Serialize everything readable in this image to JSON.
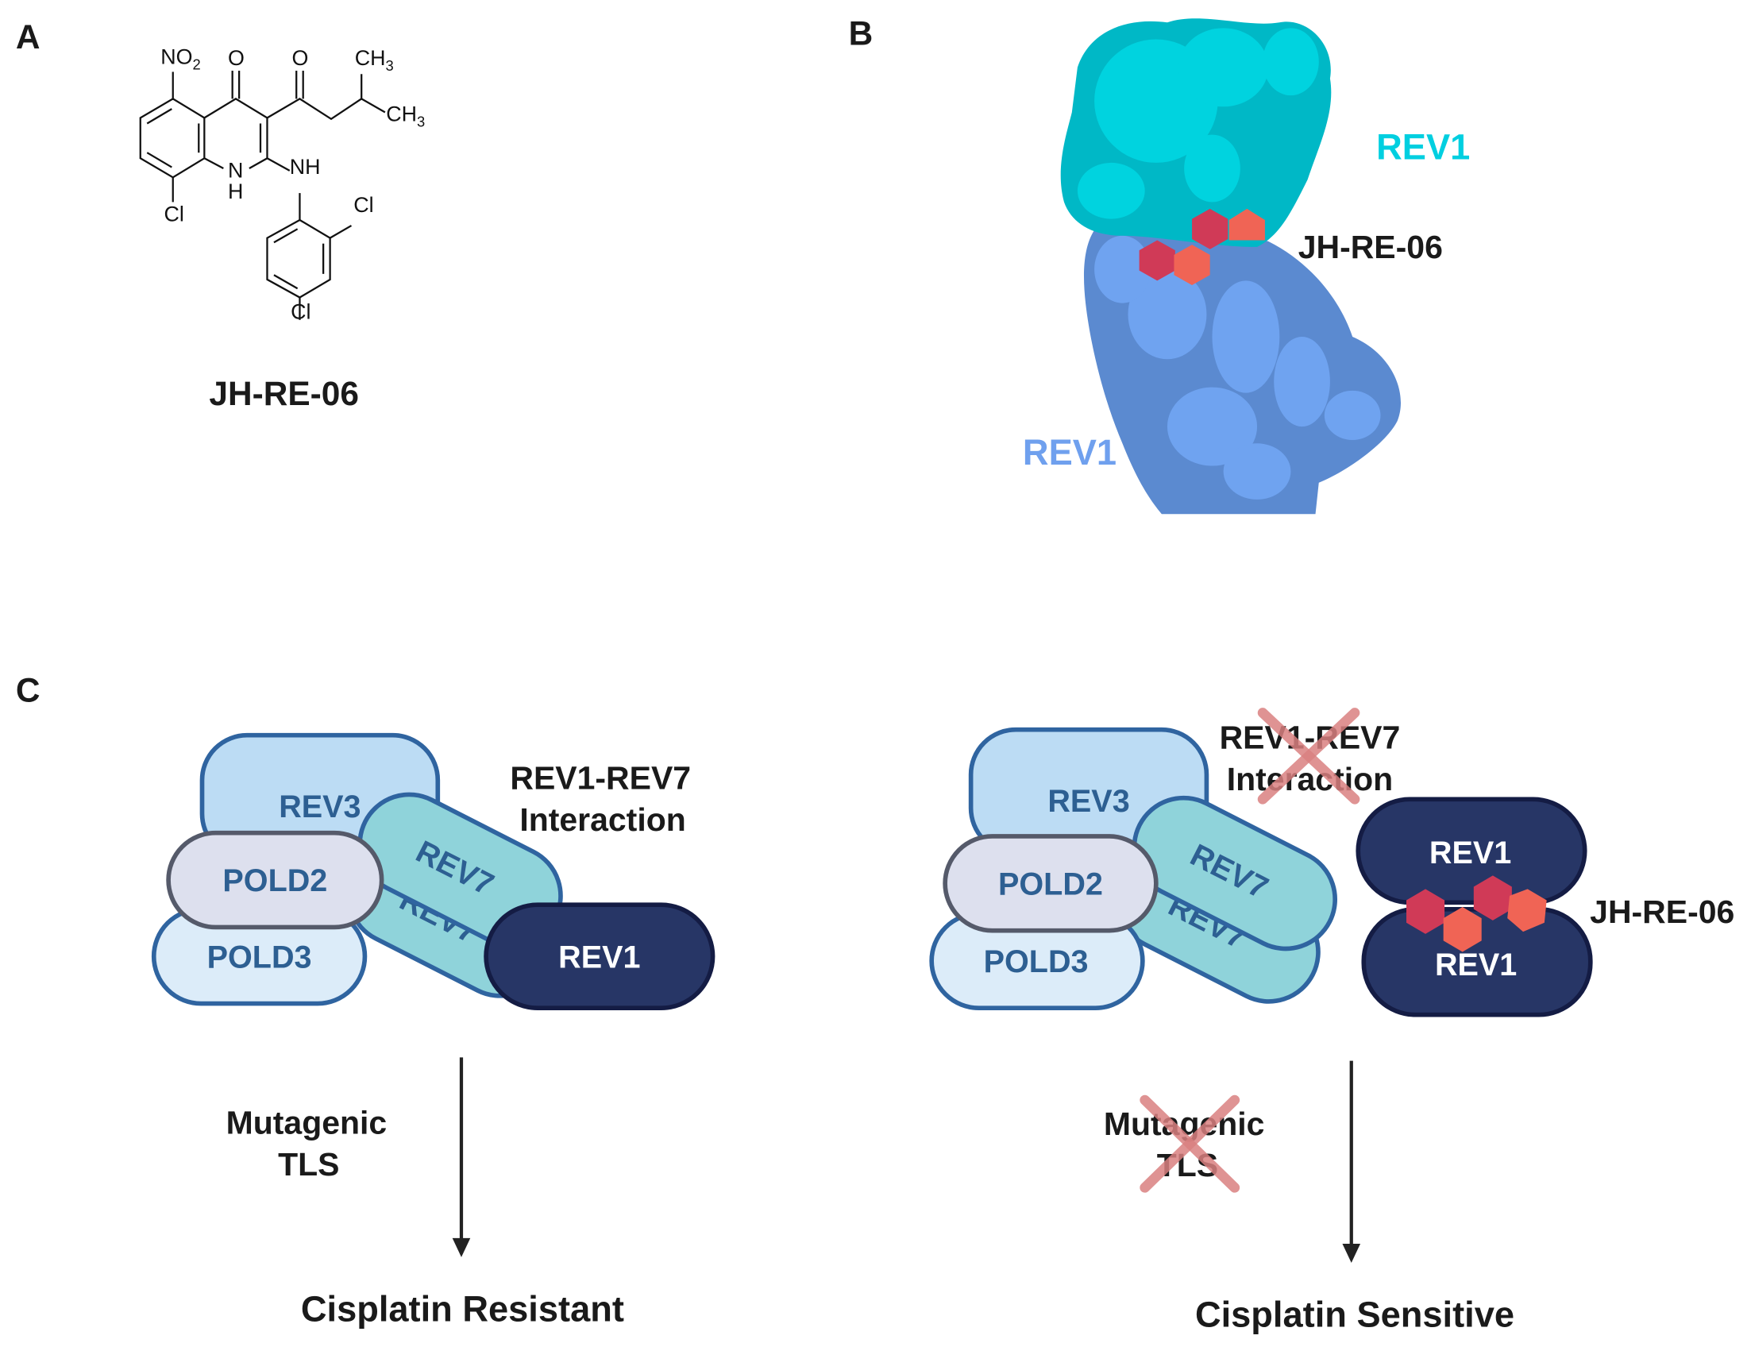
{
  "panels": {
    "a": "A",
    "b": "B",
    "c": "C"
  },
  "panel_a": {
    "compound_name": "JH-RE-06",
    "atoms": {
      "no2": "NO",
      "no2_sub": "2",
      "o1": "O",
      "o2": "O",
      "ch3_top": "CH",
      "ch3_right": "CH",
      "ch3_sub": "3",
      "n": "N",
      "h": "H",
      "nh": "NH",
      "cl_left": "Cl",
      "cl_aryl_ortho": "Cl",
      "cl_aryl_para": "Cl"
    }
  },
  "panel_b": {
    "rev1_top_label": "REV1",
    "rev1_bottom_label": "REV1",
    "ligand_label": "JH-RE-06",
    "colors": {
      "rev1_top": "#00cfe0",
      "rev1_bottom": "#6fa0ee",
      "ligand_dark": "#d03a57",
      "ligand_light": "#f06455"
    }
  },
  "panel_c": {
    "left": {
      "proteins": {
        "rev3": "REV3",
        "pold2": "POLD2",
        "pold3": "POLD3",
        "rev7_a": "REV7",
        "rev7_b": "REV7",
        "rev1": "REV1"
      },
      "interaction_line1": "REV1-REV7",
      "interaction_line2": "Interaction",
      "pathway_line1": "Mutagenic",
      "pathway_line2": "TLS",
      "outcome": "Cisplatin Resistant"
    },
    "right": {
      "proteins": {
        "rev3": "REV3",
        "pold2": "POLD2",
        "pold3": "POLD3",
        "rev7_a": "REV7",
        "rev7_b": "REV7",
        "rev1_top": "REV1",
        "rev1_bottom": "REV1"
      },
      "interaction_line1": "REV1-REV7",
      "interaction_line2": "Interaction",
      "ligand_label": "JH-RE-06",
      "pathway_line1": "Mutagenic",
      "pathway_line2": "TLS",
      "outcome": "Cisplatin Sensitive"
    },
    "colors": {
      "rev3": "#bcdcf4",
      "rev7": "#8fd3da",
      "pold2": "#dde0ee",
      "pold3": "#dcecf9",
      "rev1": "#273666",
      "outline": "#2f64a0",
      "cross": "#d98080"
    }
  }
}
